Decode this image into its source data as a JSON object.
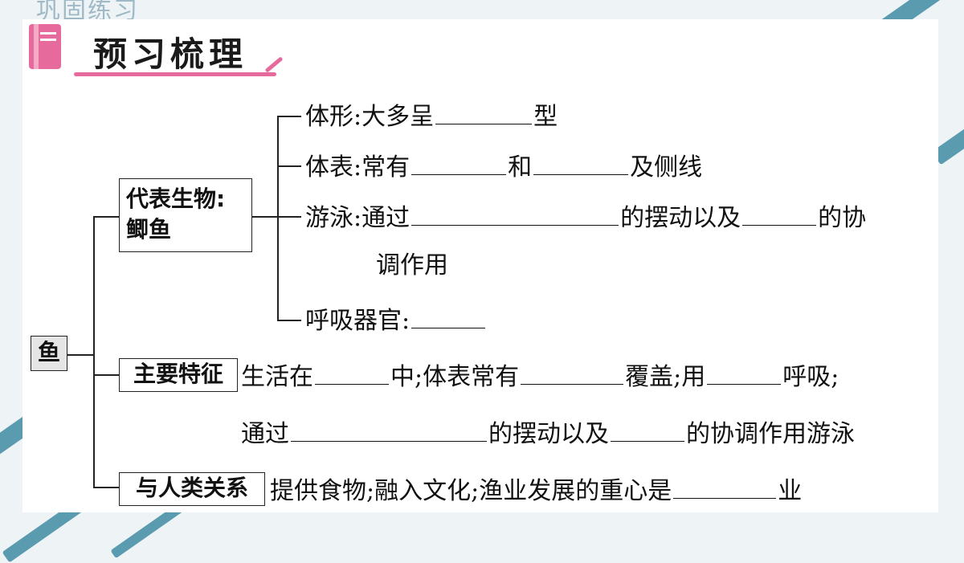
{
  "background_text": "巩固练习",
  "header": {
    "title": "预习梳理"
  },
  "root": {
    "label": "鱼"
  },
  "branch1": {
    "label_line1": "代表生物:",
    "label_line2": "鲫鱼",
    "items": {
      "tixing": {
        "label": "体形:",
        "text1": "大多呈",
        "text2": "型"
      },
      "tibiao": {
        "label": "体表:",
        "text1": "常有",
        "text2": "和",
        "text3": "及侧线"
      },
      "youyong": {
        "label": "游泳:",
        "text1": "通过",
        "text2": "的摆动以及",
        "text3": "的协",
        "text4": "调作用"
      },
      "huxi": {
        "label": "呼吸器官:"
      }
    }
  },
  "branch2": {
    "label": "主要特征",
    "line1": {
      "t1": "生活在",
      "t2": "中;体表常有",
      "t3": "覆盖;用",
      "t4": "呼吸;"
    },
    "line2": {
      "t1": "通过",
      "t2": "的摆动以及",
      "t3": "的协调作用游泳"
    }
  },
  "branch3": {
    "label": "与人类关系",
    "text1": "提供食物;融入文化;渔业发展的重心是",
    "text2": "业"
  },
  "colors": {
    "accent": "#e66a9c",
    "frame": "#5b9bb0"
  }
}
